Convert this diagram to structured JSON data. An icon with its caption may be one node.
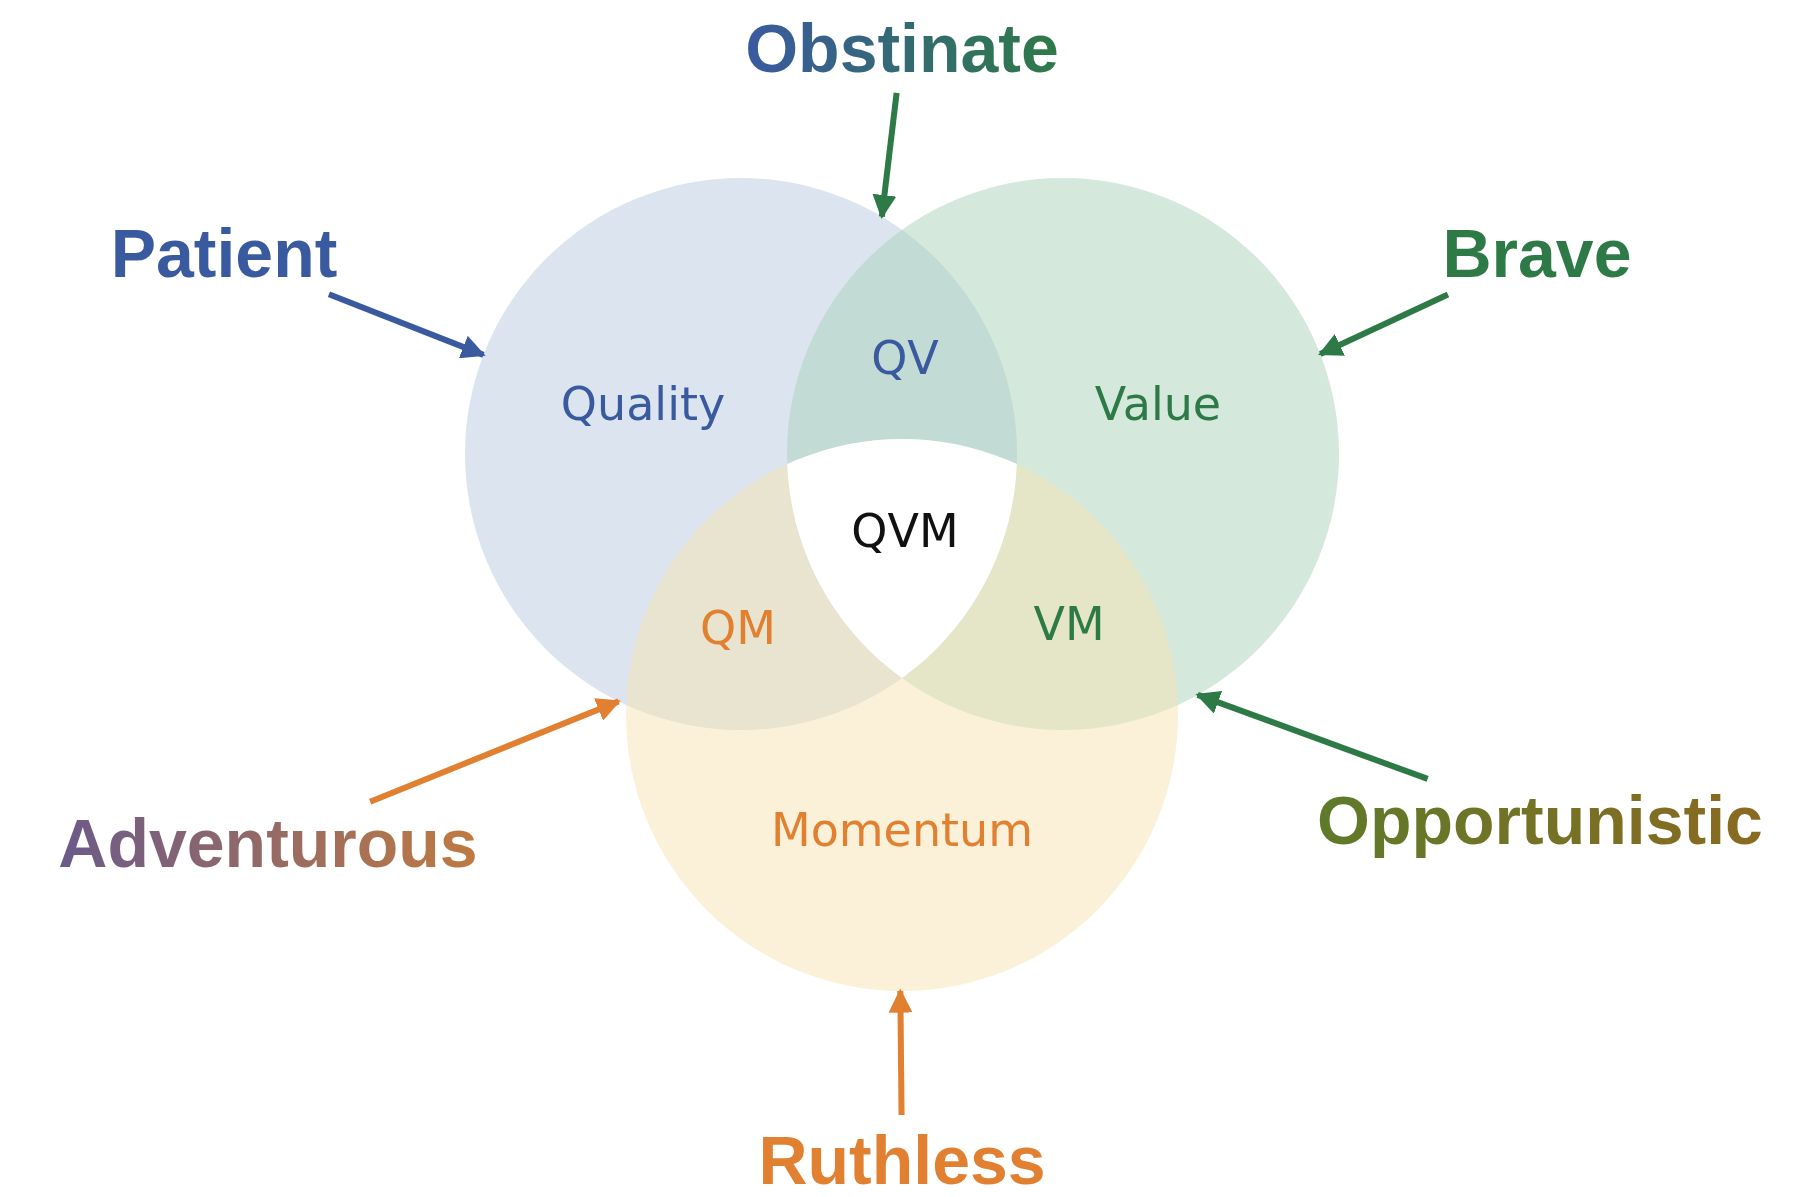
{
  "diagram": {
    "nodes": [
      {
        "text": [
          "Quality"
        ]
      },
      {
        "text": [
          "Value"
        ]
      },
      {
        "text": [
          "Momentum"
        ]
      },
      {
        "text": [
          "Obstinate"
        ]
      },
      {
        "text": [
          "Patient"
        ]
      },
      {
        "text": [
          "Brave"
        ]
      },
      {
        "text": [
          "Adventurous"
        ]
      },
      {
        "text": [
          "Opportunistic"
        ]
      },
      {
        "text": [
          "Ruthless"
        ]
      }
    ],
    "edges": [
      {
        "from": 3,
        "to": 0,
        "arrow": "to"
      },
      {
        "from": 4,
        "to": 0,
        "arrow": "to",
        "color": "#3a5aa0"
      },
      {
        "from": 5,
        "to": 1,
        "arrow": "to"
      },
      {
        "from": 6,
        "to": 0,
        "arrow": "to",
        "color": "#e08030"
      },
      {
        "from": 7,
        "to": 1,
        "arrow": "to"
      },
      {
        "from": 8,
        "to": 2,
        "arrow": "to",
        "color": "#e08030"
      }
    ],
    "labels": [
      "QV",
      "QM",
      "VM",
      "QVM"
    ]
  }
}
